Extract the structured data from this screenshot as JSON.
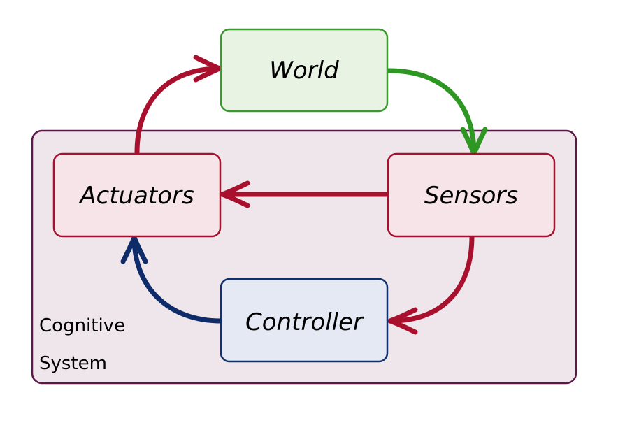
{
  "diagram": {
    "group": {
      "label_line1": "Cognitive",
      "label_line2": "System",
      "fill": "#efe6eb",
      "stroke": "#5a1a48"
    },
    "nodes": {
      "world": {
        "label": "World",
        "fill": "#e9f3e4",
        "stroke": "#3a9a2f"
      },
      "sensors": {
        "label": "Sensors",
        "fill": "#f6e4e8",
        "stroke": "#a8102e"
      },
      "actuators": {
        "label": "Actuators",
        "fill": "#f6e4e8",
        "stroke": "#a8102e"
      },
      "controller": {
        "label": "Controller",
        "fill": "#e5e9f4",
        "stroke": "#10306e"
      }
    },
    "edge_colors": {
      "world_to_sensors": "#2e9622",
      "sensors_to_actuators": "#a8102e",
      "sensors_to_controller": "#a8102e",
      "controller_to_actuators": "#0f2c6a",
      "actuators_to_world": "#a8102e"
    }
  }
}
